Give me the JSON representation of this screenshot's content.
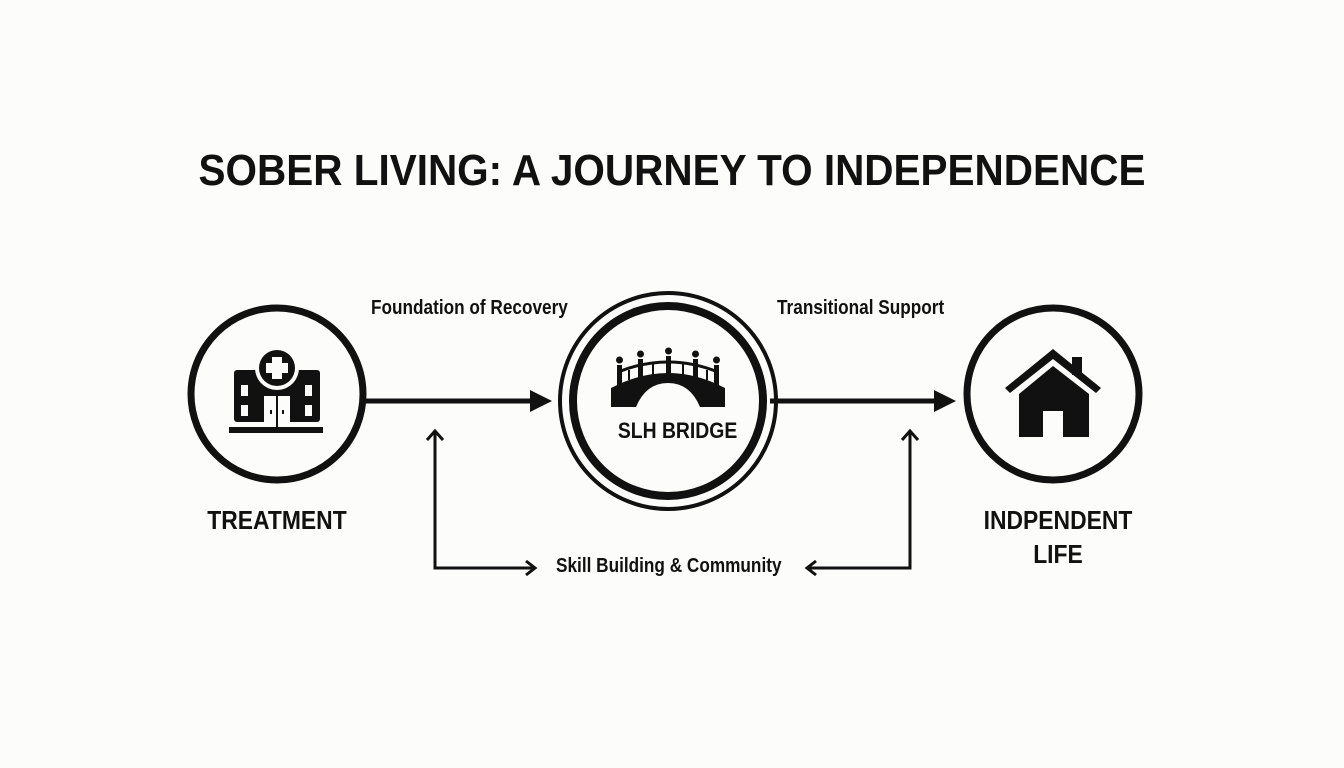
{
  "title": "SOBER LIVING: A JOURNEY TO INDEPENDENCE",
  "nodes": [
    {
      "id": "treatment",
      "label": "TREATMENT",
      "icon": "hospital-icon"
    },
    {
      "id": "slh-bridge",
      "label": "SLH BRIDGE",
      "icon": "bridge-icon"
    },
    {
      "id": "independent-life",
      "label_line1": "INDPENDENT",
      "label_line2": "LIFE",
      "icon": "house-icon"
    }
  ],
  "edges": [
    {
      "from": "treatment",
      "to": "slh-bridge",
      "label": "Foundation of Recovery"
    },
    {
      "from": "slh-bridge",
      "to": "independent-life",
      "label": "Transitional Support"
    },
    {
      "from": "feedback",
      "to": "both",
      "label": "Skill Building & Community"
    }
  ],
  "colors": {
    "background": "#fcfcfb",
    "ink": "#111111"
  }
}
